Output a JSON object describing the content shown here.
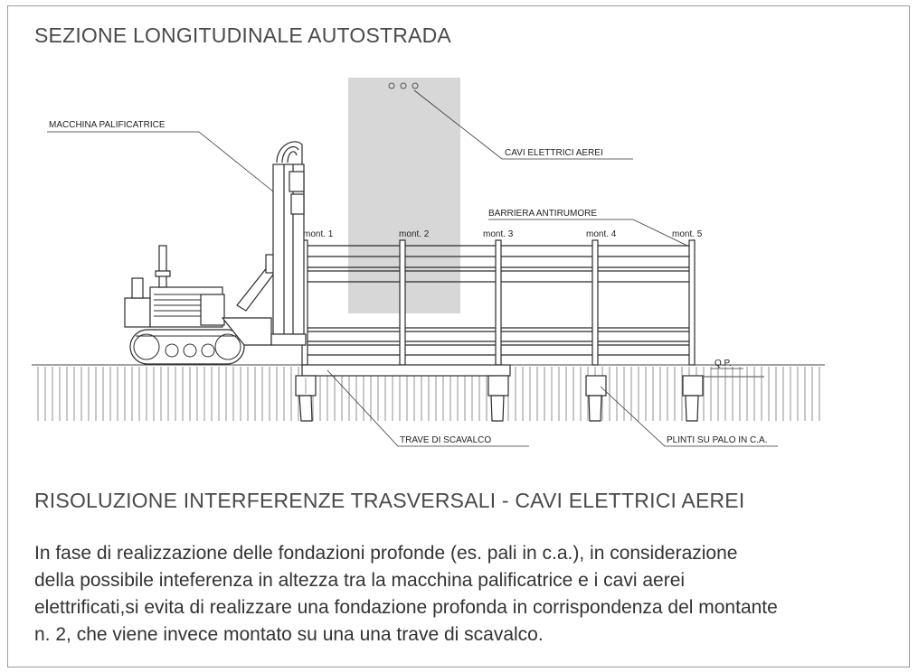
{
  "diagram": {
    "title": "SEZIONE LONGITUDINALE AUTOSTRADA",
    "labels": {
      "machine": "MACCHINA PALIFICATRICE",
      "cables": "CAVI ELETTRICI AEREI",
      "barrier": "BARRIERA ANTIRUMORE",
      "beam": "TRAVE DI SCAVALCO",
      "footings": "PLINTI SU PALO IN C.A.",
      "ground": "Q.P."
    },
    "posts": [
      "mont. 1",
      "mont. 2",
      "mont. 3",
      "mont. 4",
      "mont. 5"
    ]
  },
  "section": {
    "heading": "RISOLUZIONE INTERFERENZE TRASVERSALI - CAVI ELETTRICI AEREI",
    "lines": [
      "In fase di realizzazione delle fondazioni profonde (es. pali in c.a.), in considerazione",
      "della possibile inteferenza in altezza tra la macchina palificatrice e i cavi aerei",
      "elettrificati,si evita di realizzare una fondazione profonda in corrispondenza del montante",
      "n. 2, che viene invece montato su  una una trave di scavalco."
    ]
  },
  "colors": {
    "cable_zone": "#d7d7d7",
    "line": "#2b2b2b"
  }
}
